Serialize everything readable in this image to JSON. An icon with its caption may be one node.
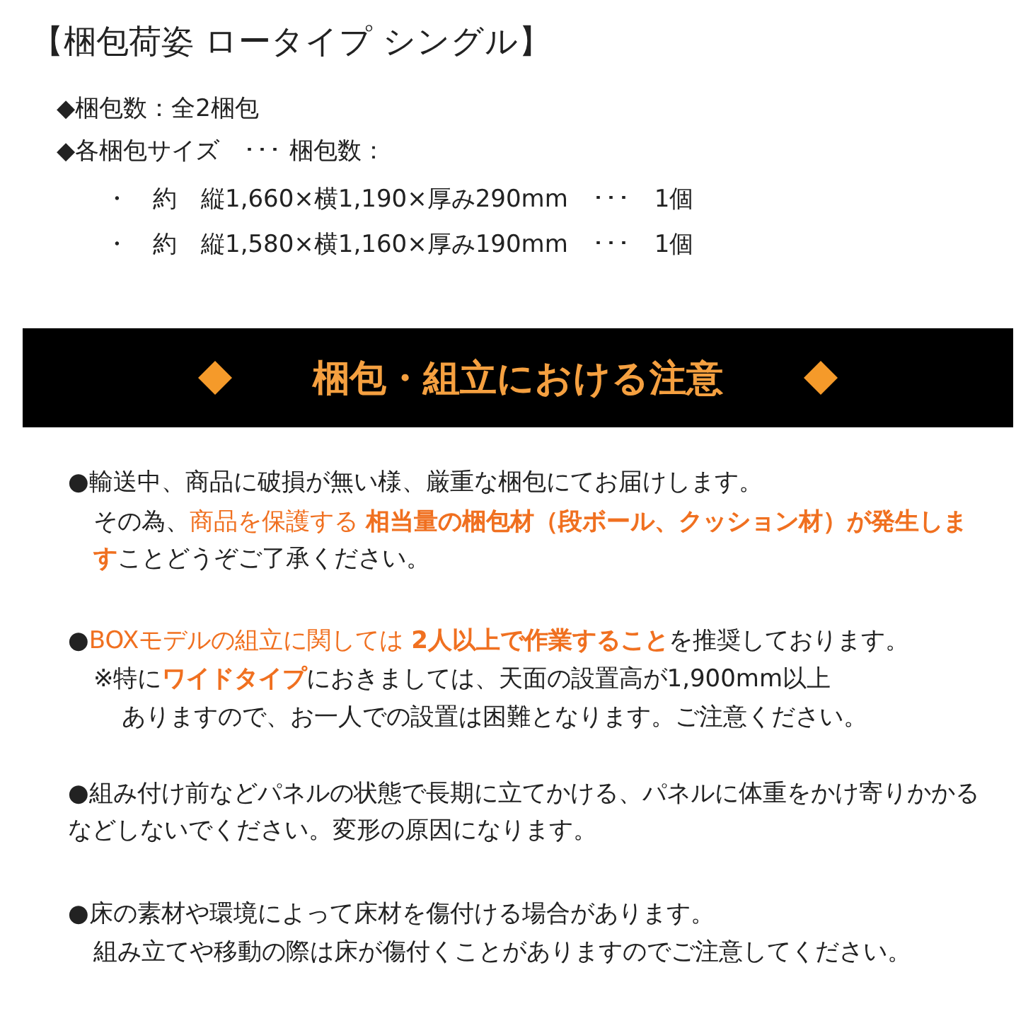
{
  "diagram": {
    "title": "【梱包荷姿 ロータイプ シングル】",
    "nodes": [
      {
        "text": [
          "梱包・組立における注意"
        ]
      }
    ],
    "labels": [
      "◆梱包数：全2梱包",
      "◆各梱包サイズ　･･･ 梱包数：",
      "・　約　縦1,660×横1,190×厚み290mm　･･･　1個",
      "・　約　縦1,580×横1,160×厚み190mm　･･･　1個",
      "●輸送中、商品に破損が無い様、厳重な梱包にてお届けします。",
      "その為、*商品を保護する* **相当量の梱包材（段ボール、クッション材）が発生します**ことどうぞご了承ください。",
      "●*BOXモデルの組立に関しては* **2人以上で作業すること**を推奨しております。",
      "※特に**ワイドタイプ**におきましては、天面の設置高が1,900mm以上",
      "ありますので、お一人での設置は困難となります。ご注意ください。",
      "●組み付け前などパネルの状態で長期に立てかける、パネルに体重をかけ寄りかかるなどしないでください。変形の原因になります。",
      "●床の素材や環境によって床材を傷付ける場合があります。",
      "組み立てや移動の際は床が傷付くことがありますのでご注意してください。"
    ]
  }
}
